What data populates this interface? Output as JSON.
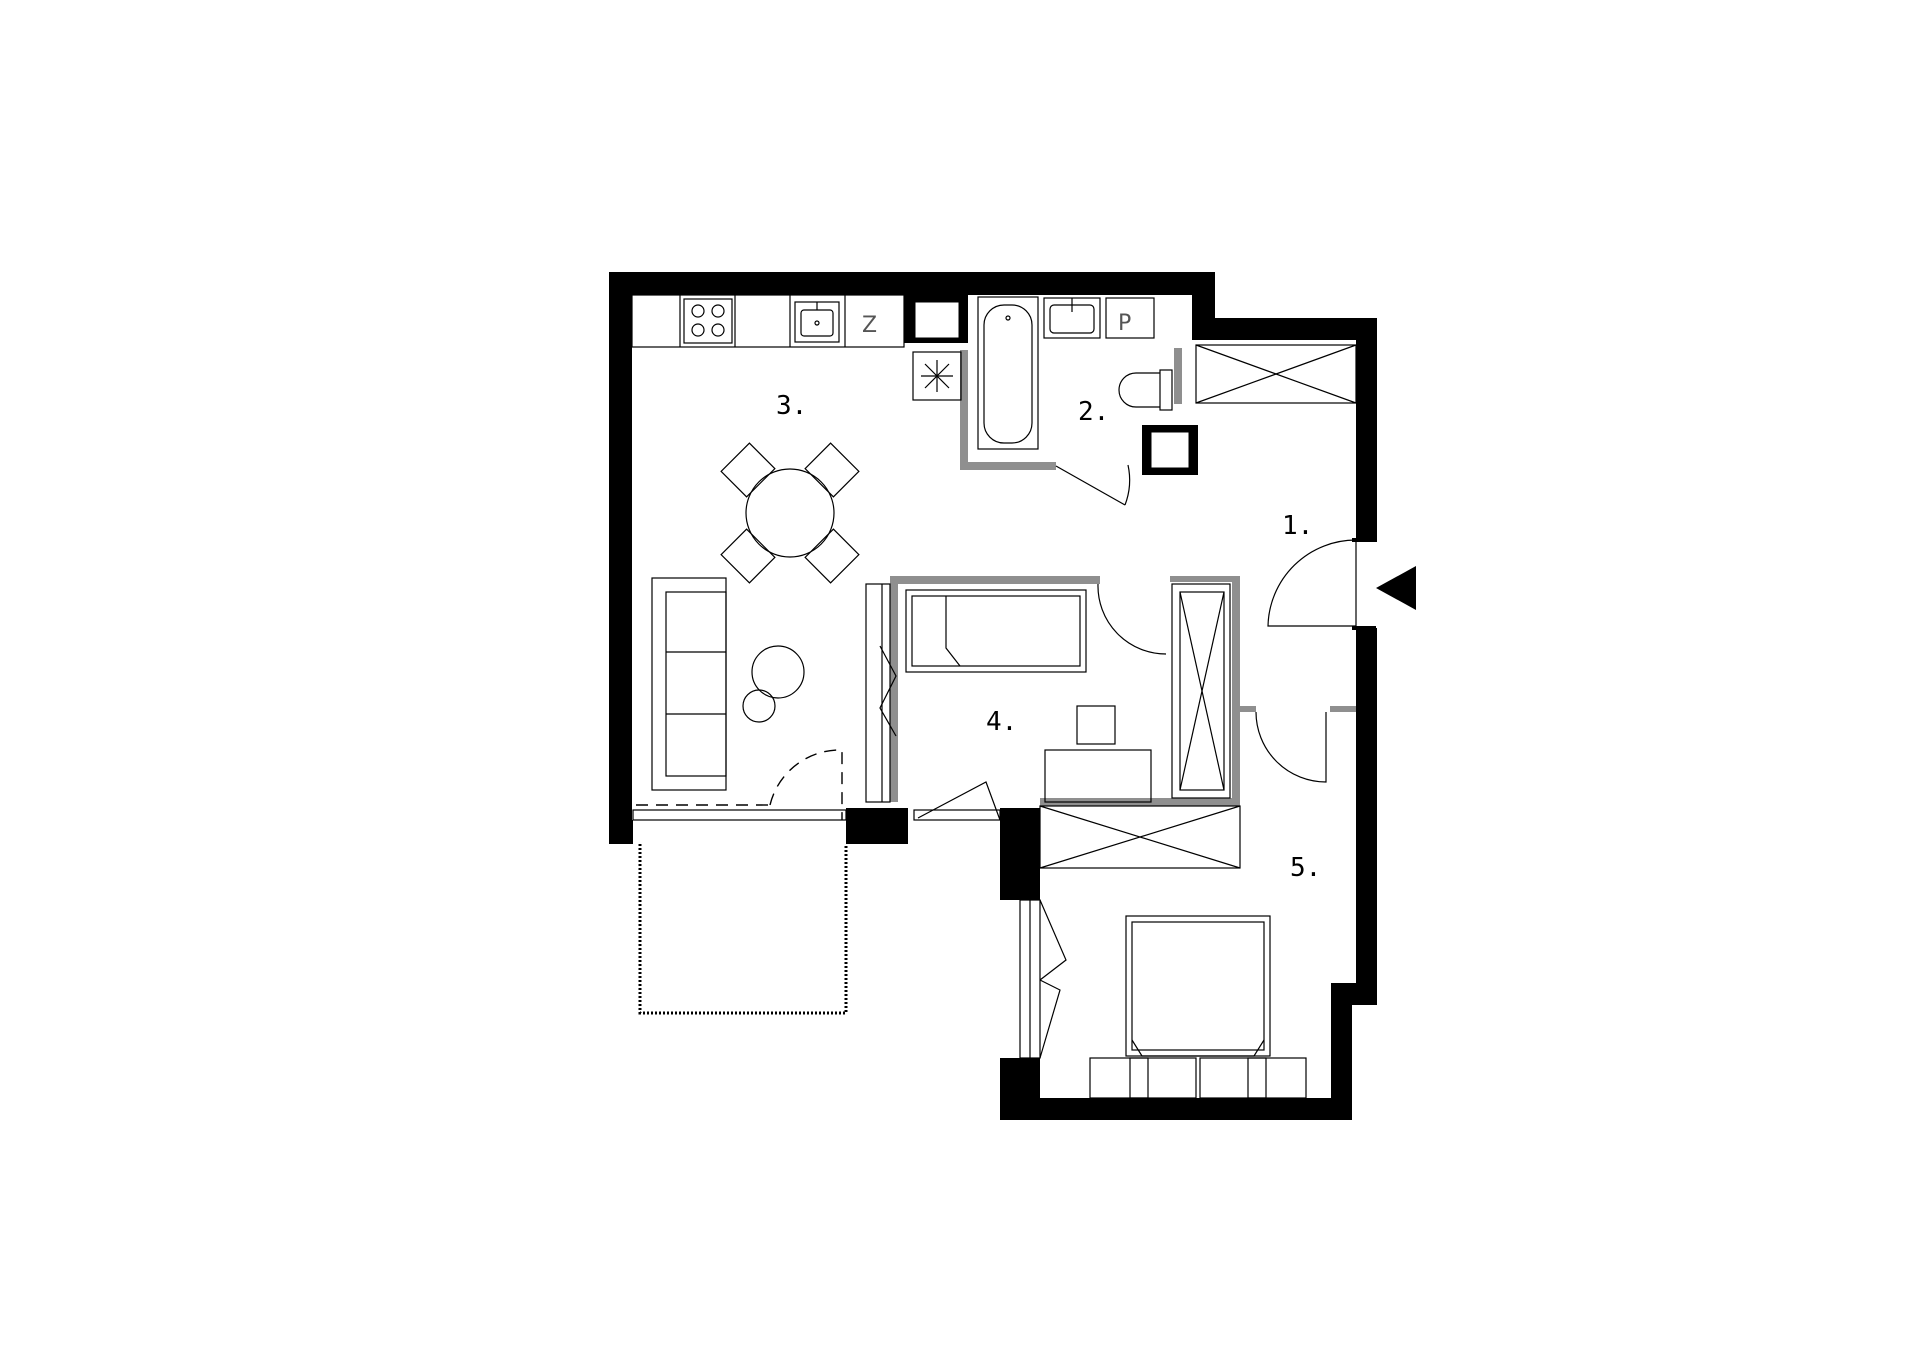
{
  "rooms": [
    {
      "id": "hall",
      "label": "1."
    },
    {
      "id": "bathroom",
      "label": "2."
    },
    {
      "id": "living_kitchen",
      "label": "3."
    },
    {
      "id": "room_small",
      "label": "4."
    },
    {
      "id": "bedroom",
      "label": "5."
    }
  ],
  "appliances": {
    "fridge": "Z",
    "washer": "P"
  },
  "colors": {
    "wall": "#000000",
    "partition": "#8f8f8f",
    "line": "#000000",
    "background": "#ffffff"
  },
  "icons": [
    "entrance-arrow-icon",
    "hob-icon",
    "sink-icon",
    "toilet-icon",
    "bathtub-icon",
    "bed-icon",
    "sofa-icon",
    "dining-table-icon"
  ]
}
